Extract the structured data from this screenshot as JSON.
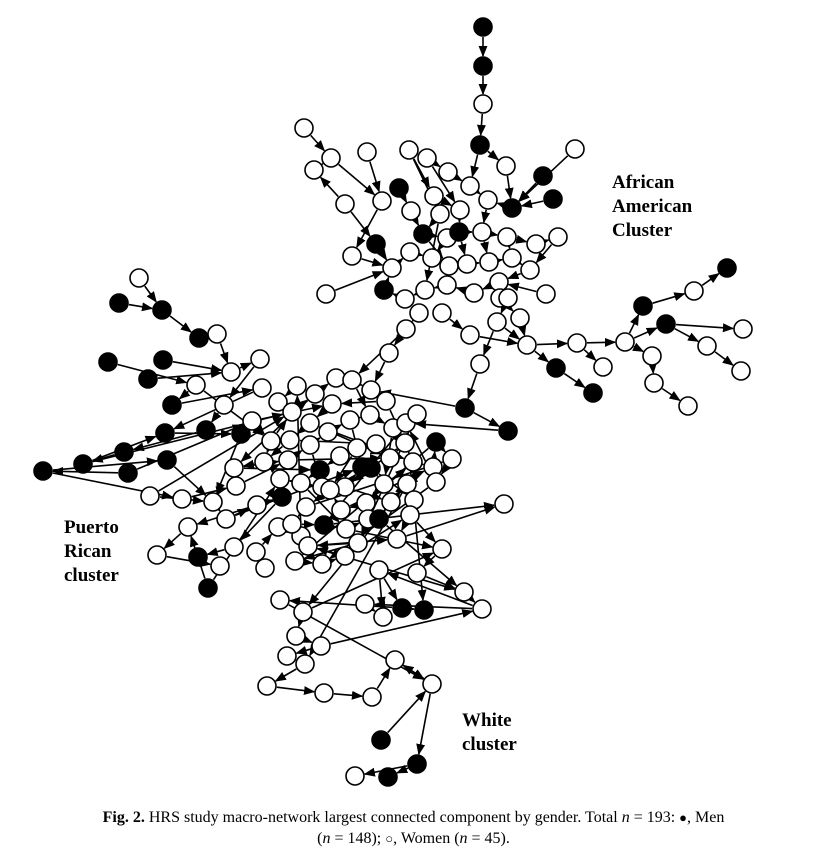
{
  "diagram": {
    "cluster_labels": {
      "african_american": "African\nAmerican\nCluster",
      "puerto_rican": "Puerto\nRican\ncluster",
      "white": "White\ncluster"
    },
    "node_colors": {
      "men": "#000000",
      "women": "#ffffff",
      "stroke": "#000000"
    }
  },
  "caption": {
    "figure": "Fig. 2.",
    "text_1": " HRS study macro-network largest connected component by gender. Total ",
    "n": "n",
    "total_value": " = 193: ",
    "men_symbol": "●",
    "men_label": ", Men",
    "men_count": " = 148); ",
    "women_symbol": "○",
    "women_label": ", Women (",
    "women_count": " = 45)."
  }
}
